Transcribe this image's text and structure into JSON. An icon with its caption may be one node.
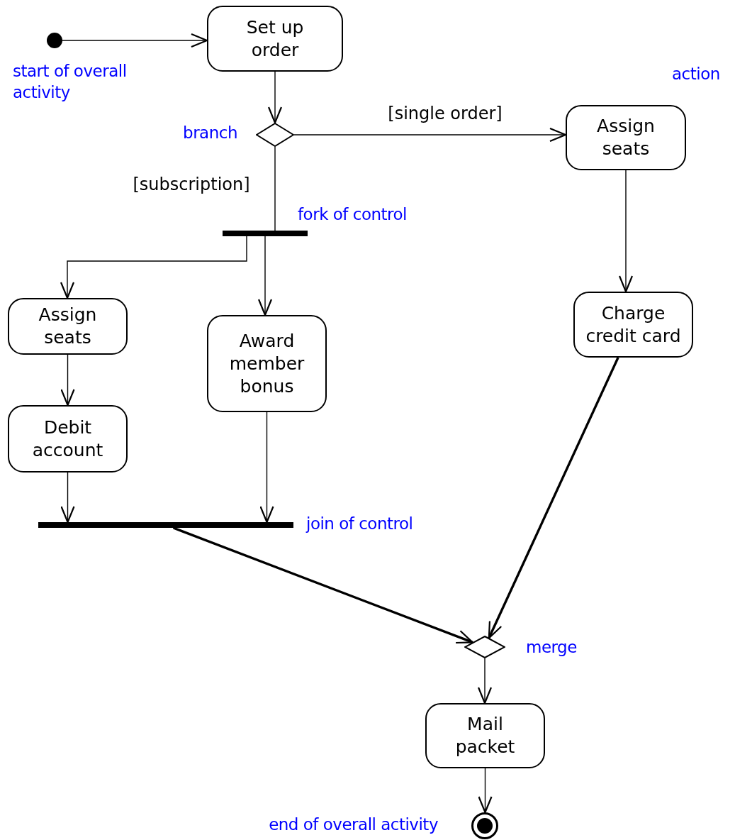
{
  "diagram": {
    "nodes": [
      {
        "text": [],
        "shape": "circle",
        "beside": [
          "start of overall activity"
        ]
      },
      {
        "text": [
          "Set up order"
        ]
      },
      {
        "text": [],
        "shape": "diamond",
        "beside": [
          "branch"
        ]
      },
      {
        "text": [
          "Assign seats"
        ]
      },
      {
        "text": [],
        "shape": "bar",
        "beside": [
          "fork of control"
        ]
      },
      {
        "text": [
          "Assign seats"
        ]
      },
      {
        "text": [
          "Award member bonus"
        ]
      },
      {
        "text": [
          "Charge credit card"
        ]
      },
      {
        "text": [
          "Debit account"
        ]
      },
      {
        "text": [],
        "shape": "bar",
        "beside": [
          "join of control"
        ]
      },
      {
        "text": [],
        "shape": "diamond",
        "beside": [
          "merge"
        ]
      },
      {
        "text": [
          "Mail packet"
        ]
      },
      {
        "text": [],
        "shape": "bullseye",
        "beside": [
          "end of overall activity"
        ]
      }
    ],
    "edges": [
      {
        "from": 0,
        "to": 1,
        "arrow": "to"
      },
      {
        "from": 1,
        "to": 2,
        "arrow": "to"
      },
      {
        "from": 2,
        "to": 3,
        "arrow": "to",
        "label": "[single order]"
      },
      {
        "from": 2,
        "to": 4,
        "arrow": "none",
        "label": "[subscription]"
      },
      {
        "from": 4,
        "to": 5,
        "arrow": "to"
      },
      {
        "from": 4,
        "to": 6,
        "arrow": "to"
      },
      {
        "from": 3,
        "to": 7,
        "arrow": "to"
      },
      {
        "from": 5,
        "to": 8,
        "arrow": "to"
      },
      {
        "from": 8,
        "to": 9,
        "arrow": "to"
      },
      {
        "from": 6,
        "to": 9,
        "arrow": "to"
      },
      {
        "from": 7,
        "to": 10,
        "arrow": "to",
        "style": "thick"
      },
      {
        "from": 9,
        "to": 10,
        "arrow": "to",
        "style": "thick"
      },
      {
        "from": 10,
        "to": 11,
        "arrow": "to"
      },
      {
        "from": 11,
        "to": 12,
        "arrow": "to"
      }
    ],
    "labels": [
      "action"
    ]
  }
}
